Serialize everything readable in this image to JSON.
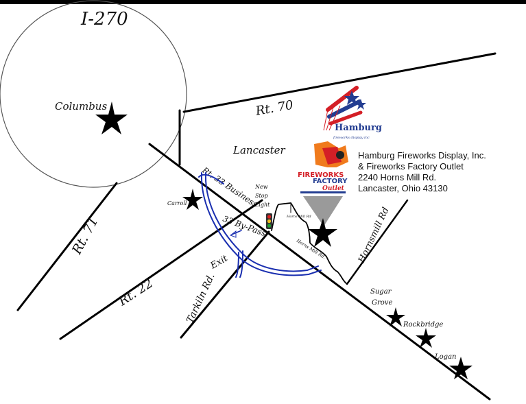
{
  "map": {
    "highway_loop": "I-270",
    "roads": {
      "rt70": "Rt. 70",
      "rt71": "Rt. 71",
      "rt22": "Rt. 22",
      "rt33_business": "Rt. 33 Business",
      "bypass33": "33 By-Pass",
      "exit": "Exit",
      "tarkiln": "Tarkiln Rd.",
      "hornsmill": "Hornsmill Rd",
      "horns_mill_small": "Horns Mill Rd.",
      "horns_mill_tiny": "Horns Mill Rd"
    },
    "places": {
      "columbus": "Columbus",
      "lancaster": "Lancaster",
      "carroll": "Carroll",
      "sugar": "Sugar",
      "grove": "Grove",
      "rockbridge": "Rockbridge",
      "logan": "Logan"
    },
    "stoplight_label": [
      "New",
      "Stop",
      "Light"
    ],
    "business": {
      "lines": [
        "Hamburg Fireworks Display, Inc.",
        "& Fireworks Factory Outlet",
        "2240 Horns Mill Rd.",
        "Lancaster, Ohio 43130"
      ],
      "logo_top_text": [
        "Hamburg",
        "fireworks display inc"
      ],
      "logo_bottom_text": [
        "FIREWORKS",
        "FACTORY",
        "Outlet"
      ]
    },
    "colors": {
      "bypass": "#1a2fb0",
      "star": "#000000",
      "callout": "#9a9a9a",
      "logo_red": "#d41f26",
      "logo_blue": "#233d91",
      "logo_orange": "#f07b1d"
    }
  }
}
